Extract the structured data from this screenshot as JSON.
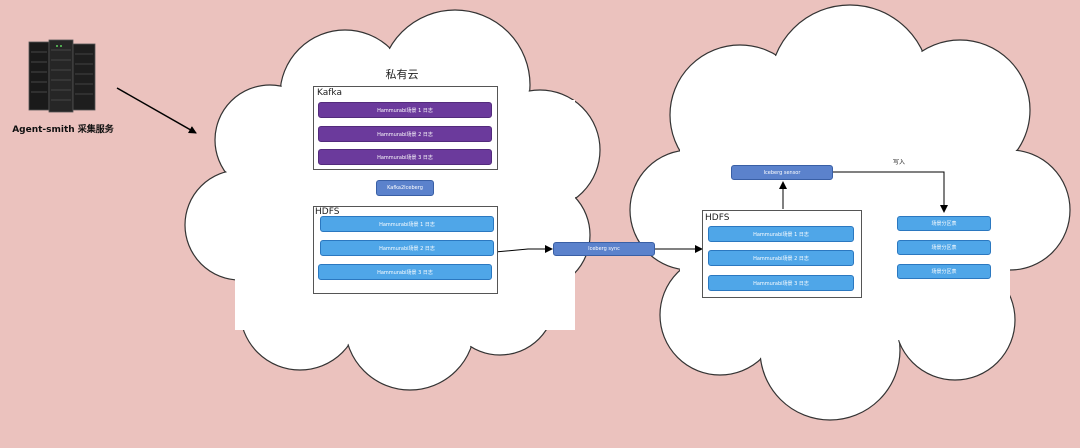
{
  "server": {
    "label": "Agent-smith 采集服务"
  },
  "private_cloud": {
    "title": "私有云",
    "kafka": {
      "title": "Kafka",
      "items": [
        "Hammurabi场景 1 日志",
        "Hammurabi场景 2 日志",
        "Hammurabi场景 3 日志"
      ]
    },
    "kafka2iceberg": "Kafka2Iceberg",
    "hdfs": {
      "title": "HDFS",
      "items": [
        "Hammurabi场景 1 日志",
        "Hammurabi场景 2 日志",
        "Hammurabi场景 3 日志"
      ]
    }
  },
  "iceberg_sync": "Iceberg sync",
  "right_cloud": {
    "iceberg_sensor": "Iceberg sensor",
    "write_label": "写入",
    "hdfs": {
      "title": "HDFS",
      "items": [
        "Hammurabi场景 1 日志",
        "Hammurabi场景 2 日志",
        "Hammurabi场景 3 日志"
      ]
    },
    "partitions": [
      "场景分区表",
      "场景分区表",
      "场景分区表"
    ]
  },
  "colors": {
    "background": "#ebc2be",
    "kafka_bar": "#6b3a9c",
    "hdfs_bar": "#4fa6e8",
    "component": "#5b82cc"
  }
}
